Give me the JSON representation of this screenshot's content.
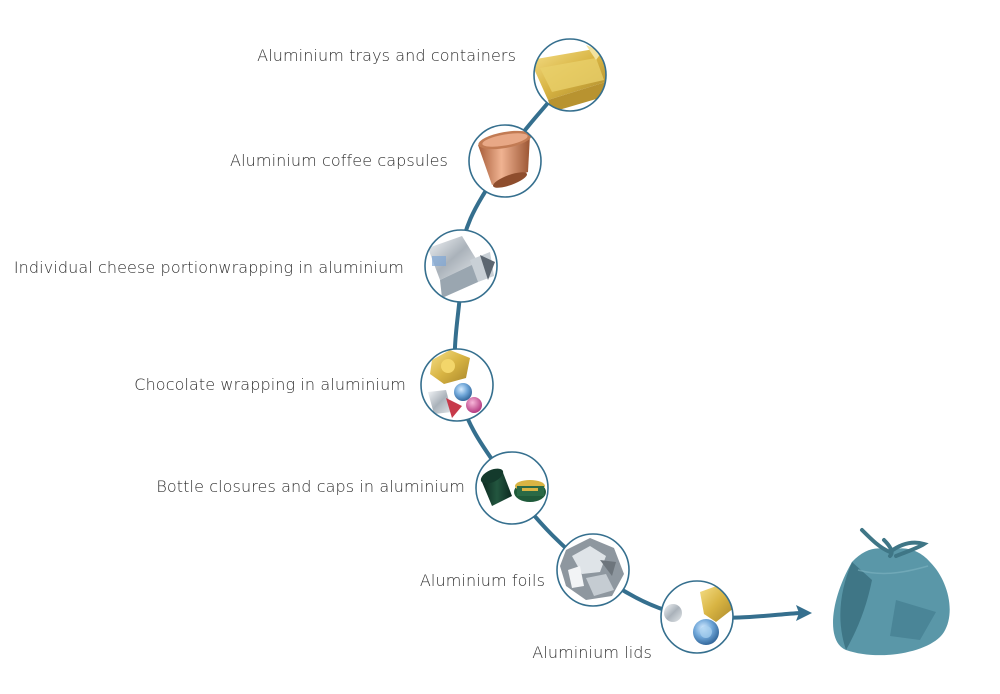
{
  "items": [
    {
      "label": "Aluminium trays and containers",
      "image": "aluminium-tray-photo"
    },
    {
      "label": "Aluminium coffee capsules",
      "image": "coffee-capsule-photo"
    },
    {
      "label": "Individual cheese portionwrapping in aluminium",
      "image": "cheese-wrapping-photo"
    },
    {
      "label": "Chocolate wrapping in aluminium",
      "image": "chocolate-wrapping-photo"
    },
    {
      "label": "Bottle closures and caps in aluminium",
      "image": "bottle-caps-photo"
    },
    {
      "label": "Aluminium foils",
      "image": "aluminium-foil-photo"
    },
    {
      "label": "Aluminium lids",
      "image": "aluminium-lids-photo"
    }
  ],
  "destination": {
    "image": "blue-rubbish-bag"
  },
  "colors": {
    "path": "#356f8e",
    "bag": "#5a97a8",
    "bag_dark": "#3f7686",
    "text": "#2f2f2f"
  }
}
